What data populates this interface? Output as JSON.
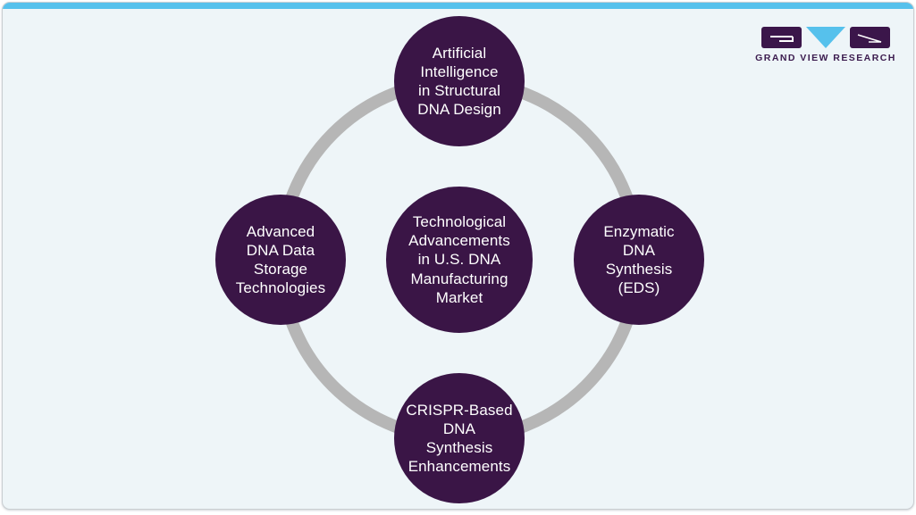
{
  "window": {
    "background": "#ffffff",
    "card_background": "#eef5f8",
    "card_border": "#c9ced2",
    "accent_bar_color": "#56c1ec"
  },
  "logo": {
    "brand": "GRAND VIEW RESEARCH",
    "brand_color": "#3b1b4e",
    "mark_purple": "#3b164a",
    "mark_cyan": "#56c1ec"
  },
  "diagram": {
    "ring_color": "#b6b6b6",
    "node_fill": "#3a1546",
    "node_text_color": "#ffffff",
    "center_node": {
      "label": "Technological\nAdvancements\nin U.S. DNA\nManufacturing\nMarket"
    },
    "nodes": [
      {
        "position": "top",
        "label": "Artificial\nIntelligence\nin Structural\nDNA Design"
      },
      {
        "position": "right",
        "label": "Enzymatic\nDNA\nSynthesis\n(EDS)"
      },
      {
        "position": "bottom",
        "label": "CRISPR-Based\nDNA\nSynthesis\nEnhancements"
      },
      {
        "position": "left",
        "label": "Advanced\nDNA Data\nStorage\nTechnologies"
      }
    ]
  }
}
